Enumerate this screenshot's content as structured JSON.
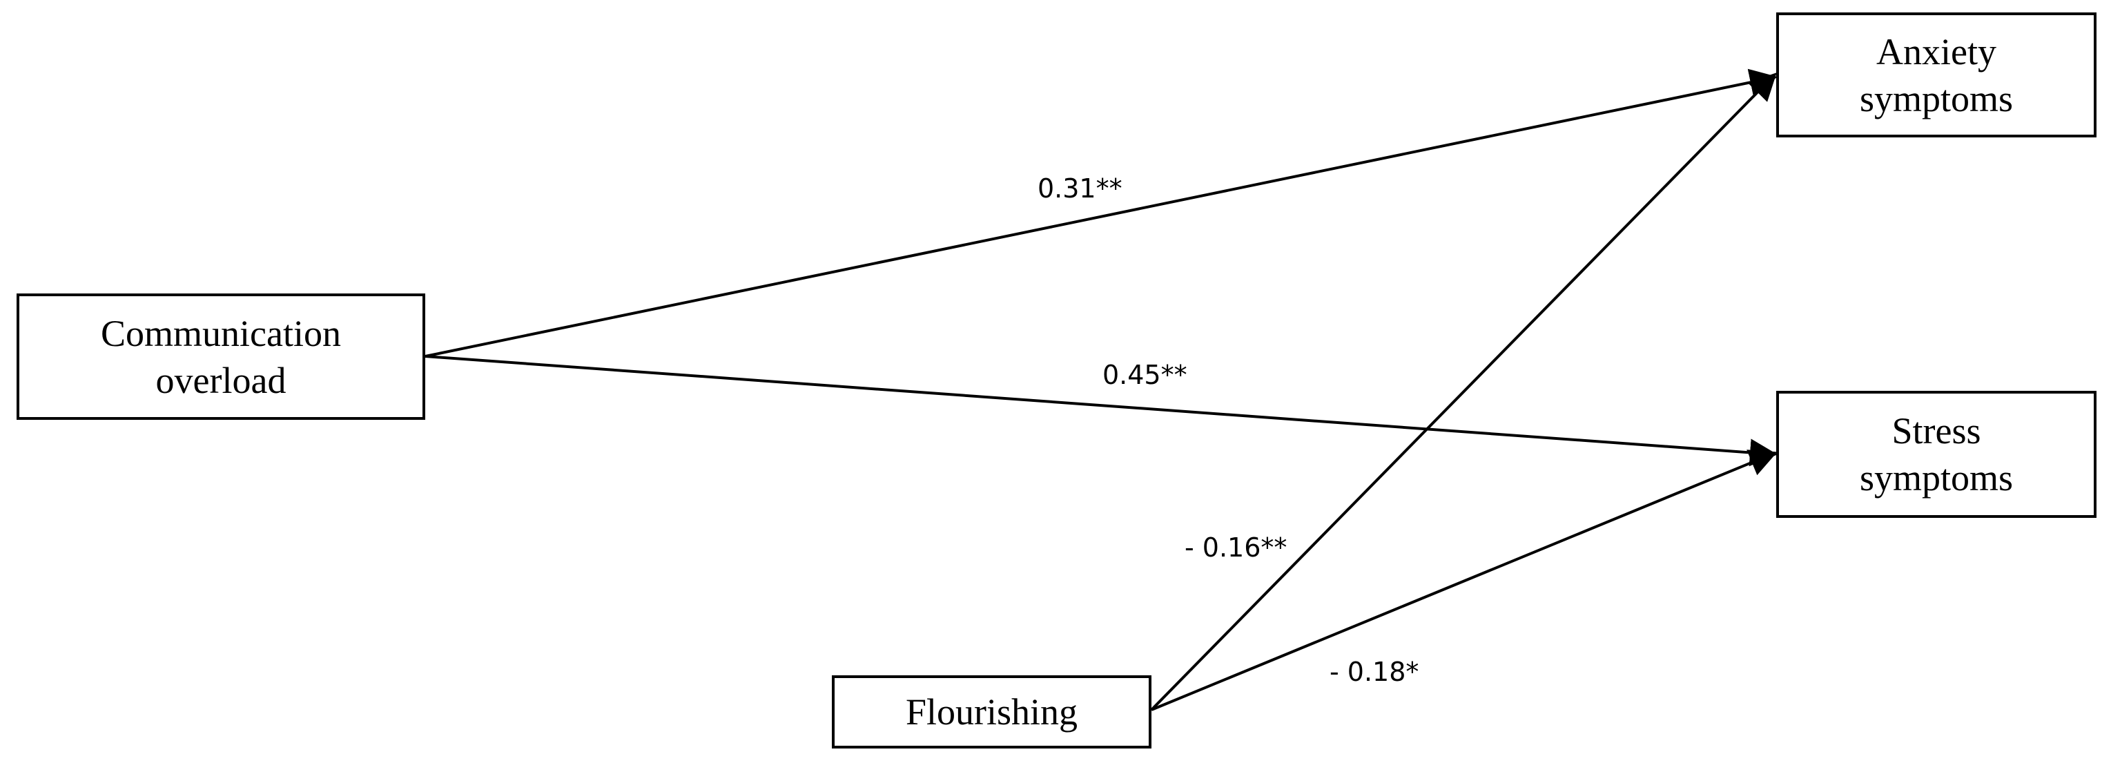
{
  "nodes": {
    "communication_overload": "Communication\noverload",
    "anxiety_symptoms": "Anxiety\nsymptoms",
    "stress_symptoms": "Stress\nsymptoms",
    "flourishing": "Flourishing"
  },
  "paths": {
    "communication_to_anxiety": "0.31**",
    "communication_to_stress": "0.45**",
    "flourishing_to_anxiety": "- 0.16**",
    "flourishing_to_stress": "- 0.18*"
  },
  "colors": {
    "line": "#000000",
    "box_border": "#000000",
    "background": "#ffffff"
  }
}
